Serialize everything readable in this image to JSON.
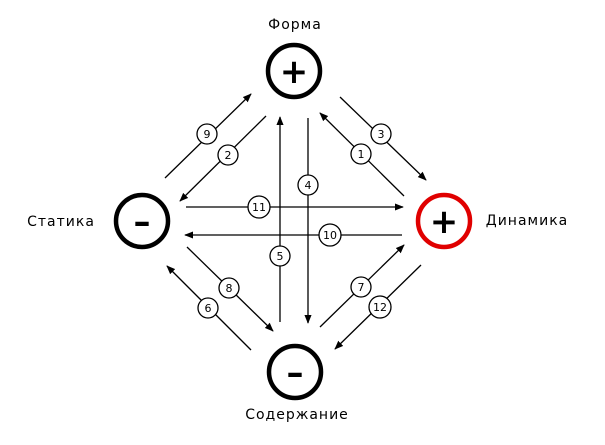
{
  "nodes": {
    "forma": {
      "label": "Форма",
      "sign": "+",
      "color": "#000000"
    },
    "statika": {
      "label": "Статика",
      "sign": "–",
      "color": "#000000"
    },
    "dinamika": {
      "label": "Динамика",
      "sign": "+",
      "color": "#e00000"
    },
    "soderzhanie": {
      "label": "Содержание",
      "sign": "–",
      "color": "#000000"
    }
  },
  "arrows": [
    "1",
    "2",
    "3",
    "4",
    "5",
    "6",
    "7",
    "8",
    "9",
    "10",
    "11",
    "12"
  ]
}
